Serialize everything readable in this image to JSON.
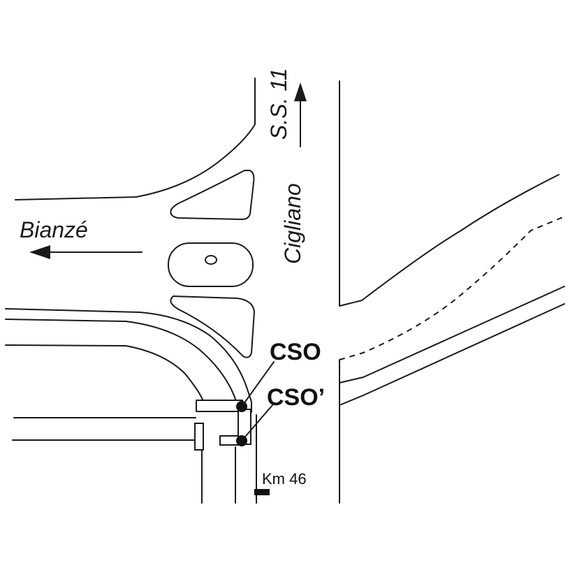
{
  "map": {
    "labels": {
      "road_ss11": "S.S. 11",
      "town_cigliano": "Cigliano",
      "town_bianze": "Bianzé",
      "station_cso": "CSO",
      "station_cso_prime": "CSO’",
      "km_marker": "Km 46"
    },
    "colors": {
      "line": "#1a1a1a",
      "background": "#ffffff"
    },
    "icons": [
      "arrow-up-icon",
      "arrow-left-icon",
      "station-dot-icon",
      "km-marker-icon"
    ]
  }
}
